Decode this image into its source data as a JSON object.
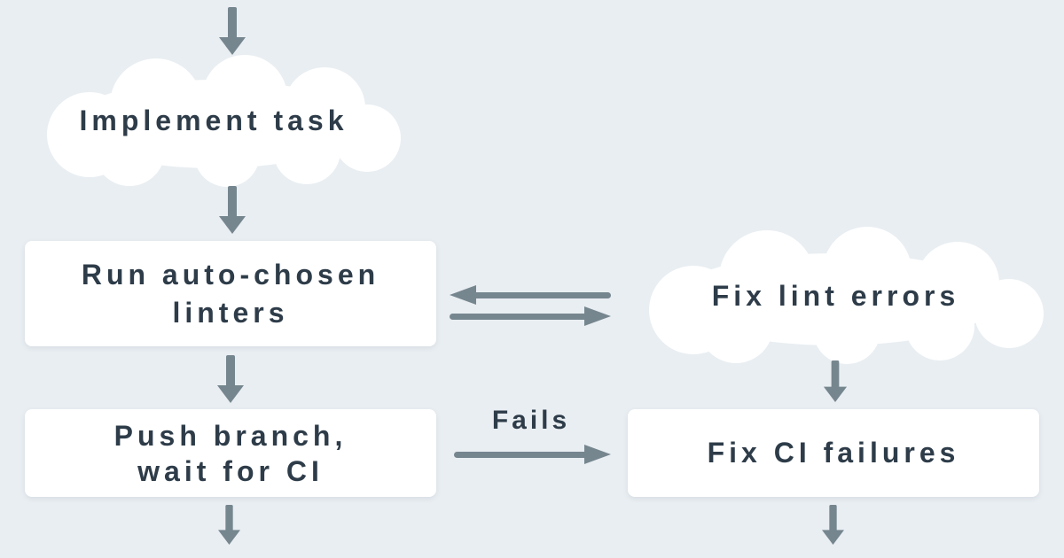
{
  "colors": {
    "background": "#e9eef2",
    "node_fill": "#ffffff",
    "arrow": "#76868f",
    "text": "#2e3c49"
  },
  "diagram": {
    "type": "flowchart",
    "nodes": {
      "implement_task": {
        "shape": "cloud",
        "label": "Implement task"
      },
      "run_linters": {
        "shape": "rectangle",
        "label": "Run auto-chosen\nlinters"
      },
      "fix_lint_errors": {
        "shape": "cloud",
        "label": "Fix lint errors"
      },
      "push_branch": {
        "shape": "rectangle",
        "label": "Push branch,\nwait for CI"
      },
      "fix_ci_failures": {
        "shape": "rectangle",
        "label": "Fix CI failures"
      }
    },
    "edges": [
      {
        "from": "top-of-page",
        "to": "implement_task",
        "type": "arrow-down",
        "label": ""
      },
      {
        "from": "implement_task",
        "to": "run_linters",
        "type": "arrow-down",
        "label": ""
      },
      {
        "from": "fix_lint_errors",
        "to": "run_linters",
        "type": "arrow-left",
        "label": ""
      },
      {
        "from": "run_linters",
        "to": "fix_lint_errors",
        "type": "arrow-right",
        "label": ""
      },
      {
        "from": "run_linters",
        "to": "push_branch",
        "type": "arrow-down",
        "label": ""
      },
      {
        "from": "fix_lint_errors",
        "to": "fix_ci_failures",
        "type": "arrow-down",
        "label": ""
      },
      {
        "from": "push_branch",
        "to": "fix_ci_failures",
        "type": "arrow-right",
        "label": "Fails"
      },
      {
        "from": "push_branch",
        "to": "bottom-of-page",
        "type": "arrow-down",
        "label": ""
      },
      {
        "from": "fix_ci_failures",
        "to": "bottom-of-page",
        "type": "arrow-down",
        "label": ""
      }
    ]
  }
}
